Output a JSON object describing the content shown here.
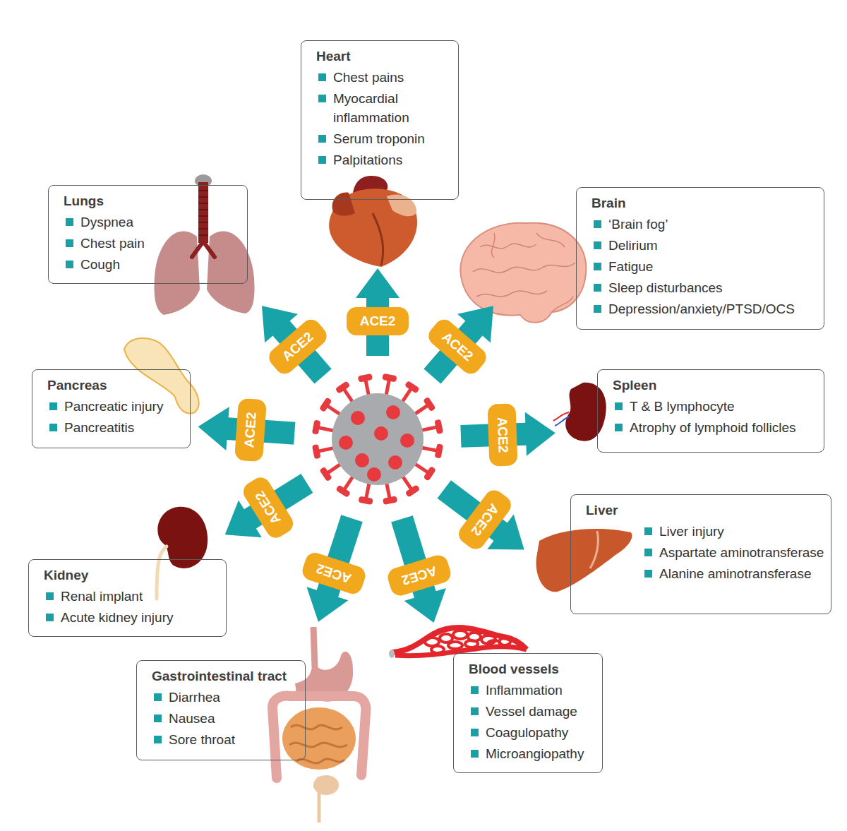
{
  "diagram": {
    "nodes": [
      {
        "text": [
          "Heart",
          "Chest pains",
          "Myocardial inflammation",
          "Serum troponin",
          "Palpitations"
        ]
      },
      {
        "text": [
          "Lungs",
          "Dyspnea",
          "Chest pain",
          "Cough"
        ]
      },
      {
        "text": [
          "Brain",
          "‘Brain fog’",
          "Delirium",
          "Fatigue",
          "Sleep disturbances",
          "Depression/anxiety/PTSD/OCS"
        ]
      },
      {
        "text": [
          "Pancreas",
          "Pancreatic injury",
          "Pancreatitis"
        ]
      },
      {
        "text": [
          "Spleen",
          "T & B lymphocyte",
          "Atrophy of lymphoid follicles"
        ]
      },
      {
        "text": [
          "Liver",
          "Liver injury",
          "Aspartate aminotransferase",
          "Alanine aminotransferase"
        ]
      },
      {
        "text": [
          "Kidney",
          "Renal implant",
          "Acute kidney injury"
        ]
      },
      {
        "text": [
          "Blood vessels",
          "Inflammation",
          "Vessel damage",
          "Coagulopathy",
          "Microangiopathy"
        ]
      },
      {
        "text": [
          "Gastrointestinal tract",
          "Diarrhea",
          "Nausea",
          "Sore throat"
        ]
      },
      {
        "text": [
          "ACE2"
        ]
      },
      {
        "text": [
          "ACE2"
        ]
      },
      {
        "text": [
          "ACE2"
        ]
      },
      {
        "text": [
          "ACE2"
        ]
      },
      {
        "text": [
          "ACE2"
        ]
      },
      {
        "text": [
          "ACE2"
        ]
      },
      {
        "text": [
          "ACE2"
        ]
      },
      {
        "text": [
          "ACE2"
        ]
      },
      {
        "text": [
          "ACE2"
        ]
      }
    ]
  }
}
